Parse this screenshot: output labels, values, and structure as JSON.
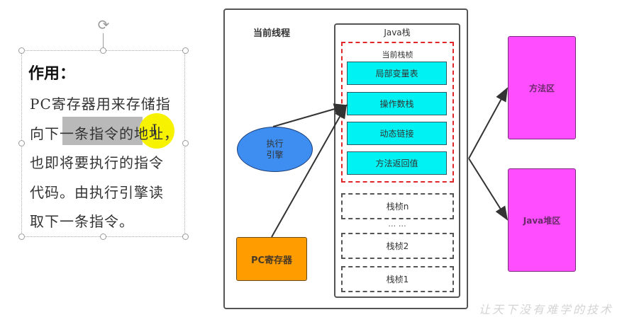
{
  "textbox": {
    "title": "作用：",
    "lines": [
      "PC寄存器用来存储指",
      "向下一条指令的地址，",
      "也即将要执行的指令",
      "代码。由执行引擎读",
      "取下一条指令。"
    ],
    "selected_text": "一条指令的",
    "rotate_icon": "rotate-icon"
  },
  "diagram": {
    "thread_label": "当前线程",
    "java_stack_label": "Java栈",
    "current_frame_label": "当前栈桢",
    "frame_parts": [
      "局部变量表",
      "操作数栈",
      "动态链接",
      "方法返回值"
    ],
    "other_frames": [
      "栈桢n",
      "栈桢2",
      "栈桢1"
    ],
    "ellipsis": "…  …",
    "engine_label_line1": "执行",
    "engine_label_line2": "引擎",
    "pc_register_label": "PC寄存器",
    "method_area_label": "方法区",
    "heap_label": "Java堆区",
    "colors": {
      "frame_part": "#00f2f2",
      "current_frame_border": "#e0282a",
      "engine": "#3d8ef0",
      "pc_register": "#ff9c00",
      "memory_area": "#ff4dff"
    }
  },
  "watermark": "让天下没有难学的技术"
}
